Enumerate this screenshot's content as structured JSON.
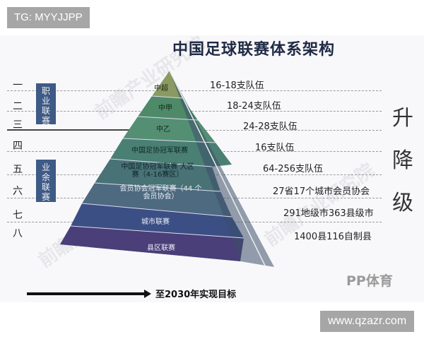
{
  "overlay": {
    "tg_tag": "TG: MYYJJPP",
    "site_tag": "www.qzazr.com"
  },
  "diagram": {
    "title": "中国足球联赛体系架构",
    "tiers": [
      "一",
      "二",
      "三",
      "四",
      "五",
      "六",
      "七",
      "八"
    ],
    "groups": [
      {
        "label": "职业联赛",
        "tiers": [
          1,
          3
        ]
      },
      {
        "label": "业余联赛",
        "tiers": [
          4,
          8
        ]
      }
    ],
    "levels": [
      {
        "tier": "一",
        "name": "中超",
        "teams": "16-18支队伍",
        "color": "#8a9a62"
      },
      {
        "tier": "二",
        "name": "中甲",
        "teams": "18-24支队伍",
        "color": "#4f8a68"
      },
      {
        "tier": "三",
        "name": "中乙",
        "teams": "24-28支队伍",
        "color": "#548f73"
      },
      {
        "tier": "四",
        "name": "中国足协冠军联赛",
        "teams": "16支队伍",
        "color": "#4a7f74"
      },
      {
        "tier": "五",
        "name": "中国足协冠军联赛 大区赛（4-16赛区）",
        "teams": "64-256支队伍",
        "color": "#487276"
      },
      {
        "tier": "六",
        "name": "会员协会冠军联赛（44 个会员协会）",
        "teams": "27省17个城市会员协会",
        "color": "#4e6a80"
      },
      {
        "tier": "七",
        "name": "城市联赛",
        "teams": "291地级市363县级市",
        "color": "#3b4f85"
      },
      {
        "tier": "八",
        "name": "县区联赛",
        "teams": "1400县116自制县",
        "color": "#4a3f78"
      }
    ],
    "side_label": [
      "升",
      "降",
      "级"
    ],
    "goal_text": "至2030年实现目标",
    "logo_text": "PP体育",
    "watermark": "前瞻产业研究院"
  }
}
